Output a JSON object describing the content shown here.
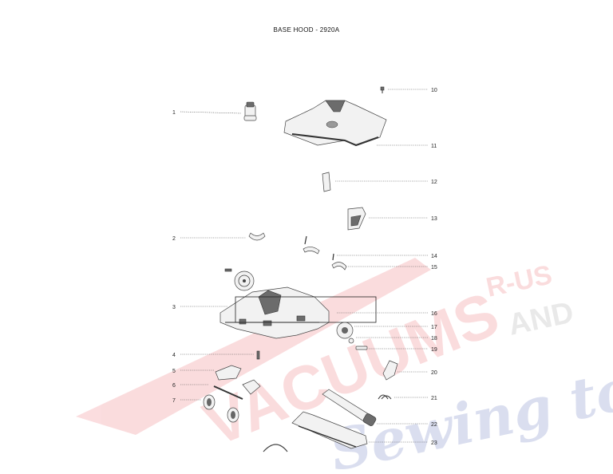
{
  "title": "BASE HOOD - 2920A",
  "callouts": [
    "1",
    "2",
    "3",
    "4",
    "5",
    "6",
    "7",
    "10",
    "11",
    "12",
    "13",
    "14",
    "15",
    "16",
    "17",
    "18",
    "19",
    "20",
    "21",
    "22",
    "23"
  ],
  "watermark": {
    "brand": "VACUUMS",
    "suffix_1": "R-US",
    "suffix_2": "AND",
    "script": "Sewing too",
    "color_red": "#e8414b",
    "color_blue": "#3a4fa8"
  }
}
